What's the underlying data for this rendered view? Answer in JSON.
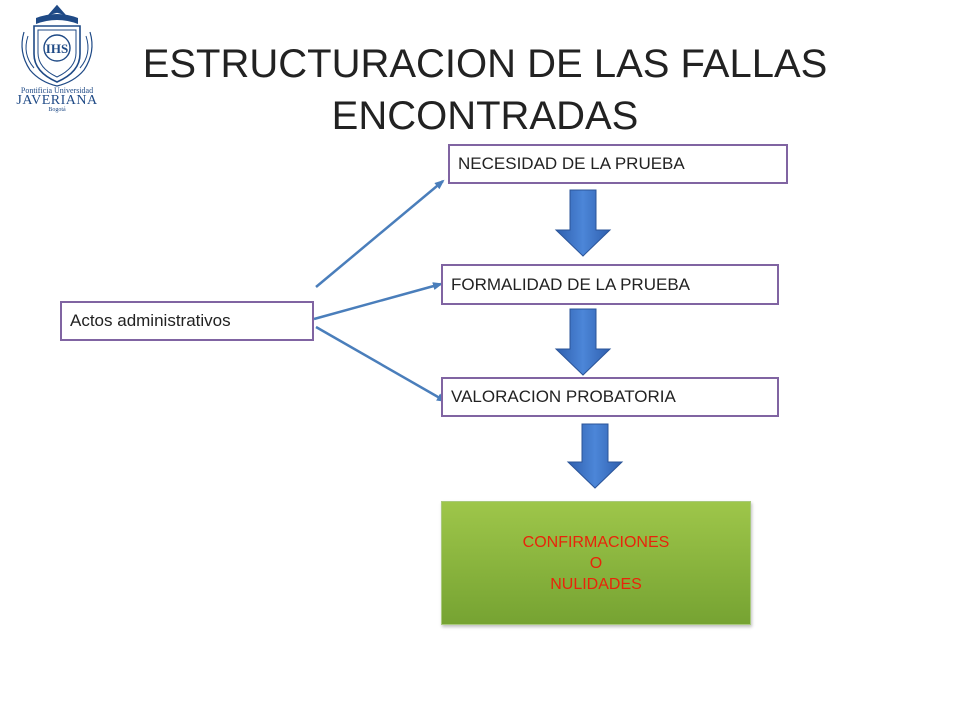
{
  "logo": {
    "line1": "Pontificia Universidad",
    "line2": "JAVERIANA",
    "line3": "Bogotá",
    "monogram": "IHS"
  },
  "title": {
    "line1": "ESTRUCTURACION DE LAS FALLAS",
    "line2": "ENCONTRADAS"
  },
  "boxes": {
    "actos": "Actos administrativos",
    "necesidad": "NECESIDAD DE LA PRUEBA",
    "formalidad": "FORMALIDAD DE LA PRUEBA",
    "valoracion": "VALORACION PROBATORIA"
  },
  "result": {
    "line1": "CONFIRMACIONES",
    "line2": "O",
    "line3": "NULIDADES"
  },
  "colors": {
    "box_border": "#8064a2",
    "arrow_line": "#4a7ebb",
    "block_arrow": "#3c6fc4",
    "result_fill": "#8db63e",
    "result_text": "#e8240a",
    "logo": "#1f4a86"
  }
}
